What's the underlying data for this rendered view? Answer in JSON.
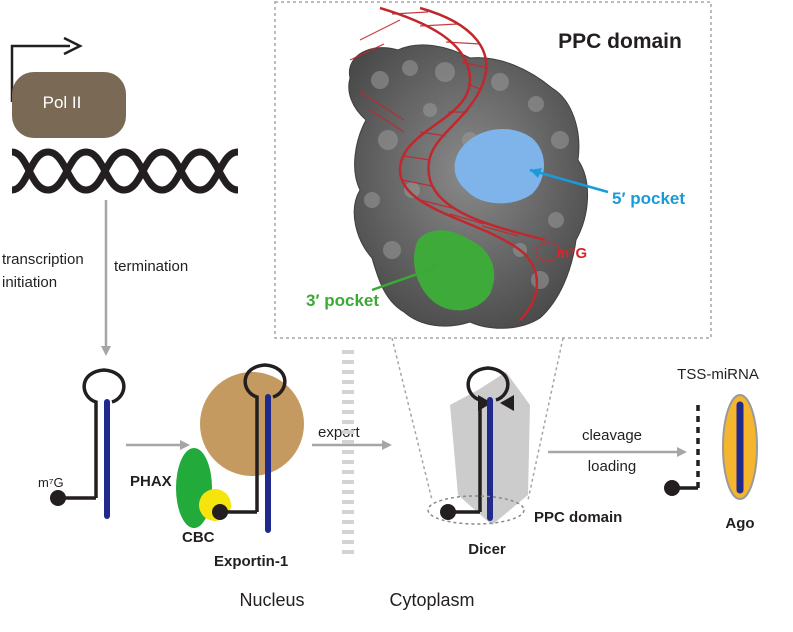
{
  "labels": {
    "pol_ii": "Pol II",
    "transcription_initiation_line1": "transcription",
    "transcription_initiation_line2": "initiation",
    "termination": "termination",
    "m7g": "m⁷G",
    "phax": "PHAX",
    "cbc": "CBC",
    "exportin": "Exportin-1",
    "export": "export",
    "dicer": "Dicer",
    "ppc_domain_small": "PPC domain",
    "cleavage": "cleavage",
    "loading": "loading",
    "tss_mirna": "TSS-miRNA",
    "ago": "Ago",
    "nucleus": "Nucleus",
    "cytoplasm": "Cytoplasm"
  },
  "inset": {
    "title": "PPC domain",
    "five_prime_pocket": "5′ pocket",
    "three_prime_pocket": "3′ pocket",
    "m7g_site": "m⁷G"
  },
  "colors": {
    "pol_ii": "#7a6a55",
    "exportin": "#c49a60",
    "phax": "#22aa3a",
    "cbc": "#f5e50c",
    "rna_strand": "#1f2a8c",
    "ago": "#f5b52d",
    "protein_surface": "#6b6b6b",
    "five_prime_pocket": "#7eb4ea",
    "three_prime_pocket": "#3eaa3a",
    "dna_helix": "#c0282d",
    "five_prime_label": "#1a9bd7",
    "three_prime_label": "#3aaa35",
    "m7g_label": "#d7262c",
    "arrow_gray": "#a6a6a6"
  }
}
